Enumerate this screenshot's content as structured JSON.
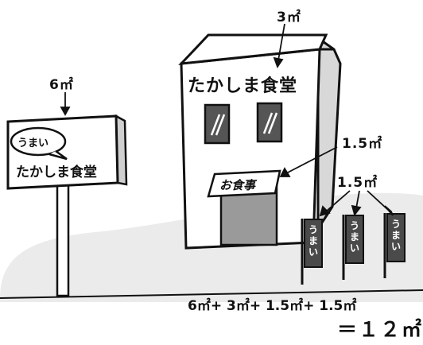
{
  "labels": {
    "building_area": "3㎡",
    "billboard_area": "6㎡",
    "signboard_area": "1.5㎡",
    "flags_area": "1.5㎡"
  },
  "billboard": {
    "bubble_text": "うまい",
    "name": "たかしま食堂"
  },
  "building": {
    "name": "たかしま食堂",
    "door_sign": "お食事"
  },
  "flags": [
    {
      "text": "うまい"
    },
    {
      "text": "うまい"
    },
    {
      "text": "うまい"
    }
  ],
  "equation": {
    "sum": "6㎡+ 3㎡+ 1.5㎡+ 1.5㎡",
    "result": "＝１２㎡"
  },
  "colors": {
    "outline": "#111111",
    "ground": "#ebebeb",
    "door": "#9a9a9a",
    "window": "#555555",
    "flag": "#4a4a4a"
  }
}
